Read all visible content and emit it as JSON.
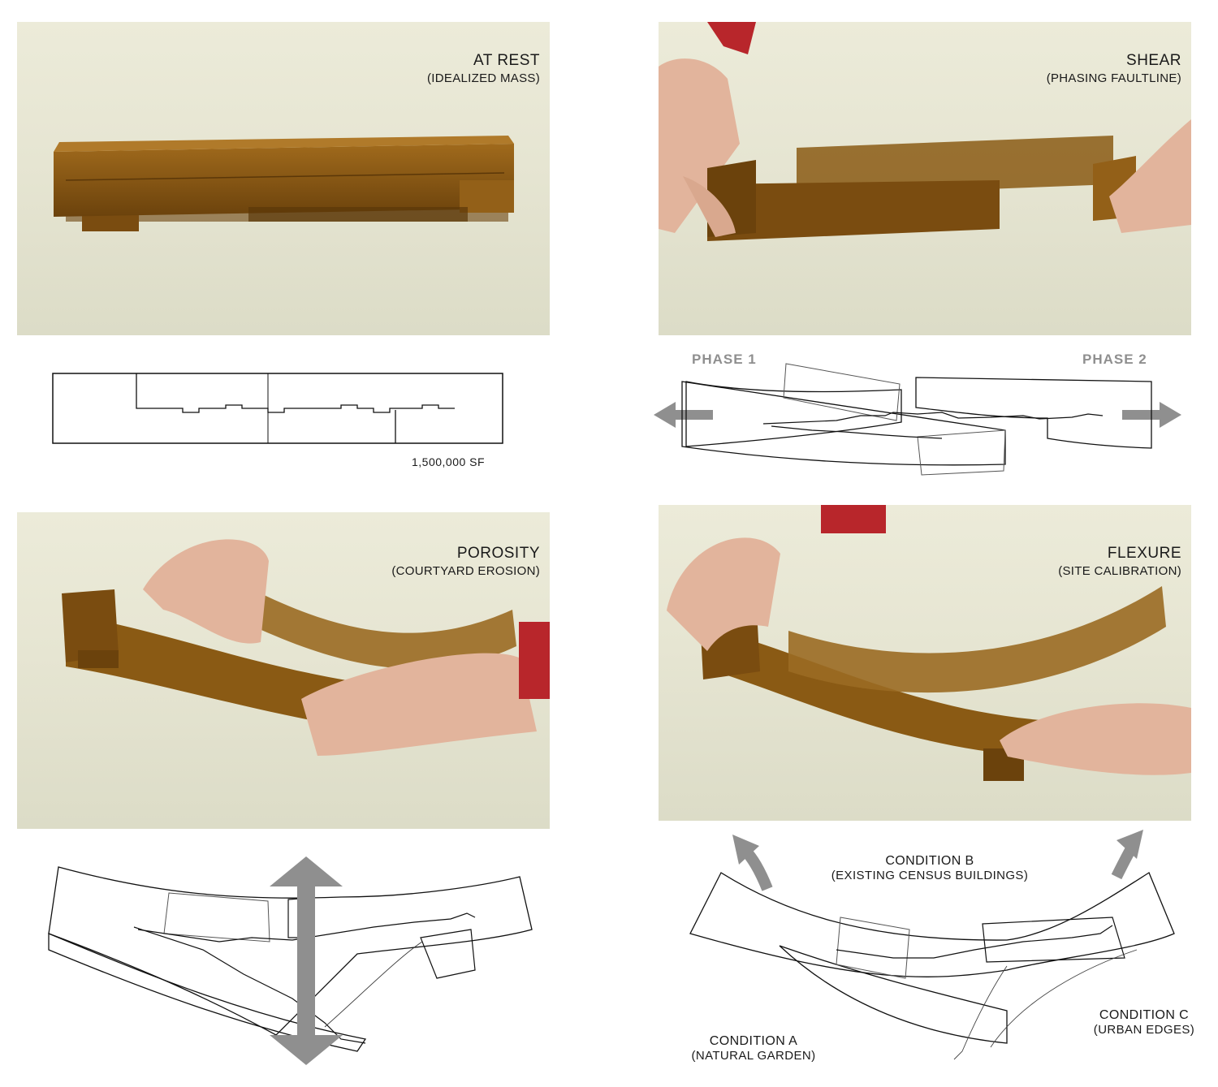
{
  "panels": {
    "at_rest": {
      "title": "AT REST",
      "subtitle": "(IDEALIZED MASS)"
    },
    "shear": {
      "title": "SHEAR",
      "subtitle": "(PHASING FAULTLINE)"
    },
    "porosity": {
      "title": "POROSITY",
      "subtitle": "(COURTYARD EROSION)"
    },
    "flexure": {
      "title": "FLEXURE",
      "subtitle": "(SITE CALIBRATION)"
    }
  },
  "diagrams": {
    "at_rest": {
      "area": "1,500,000 SF"
    },
    "shear": {
      "phase_1": "PHASE 1",
      "phase_2": "PHASE 2"
    },
    "flexure": {
      "condition_a": {
        "title": "CONDITION A",
        "subtitle": "(NATURAL GARDEN)"
      },
      "condition_b": {
        "title": "CONDITION B",
        "subtitle": "(EXISTING CENSUS BUILDINGS)"
      },
      "condition_c": {
        "title": "CONDITION C",
        "subtitle": "(URBAN EDGES)"
      }
    }
  },
  "colors": {
    "resin": "#8a5a14",
    "resin_dark": "#6b420c",
    "table": "#e6e5d2",
    "arrow": "#8f8f8f",
    "sleeve": "#b8262b",
    "skin": "#e2b49c"
  },
  "icons": [
    "arrow-left-icon",
    "arrow-right-icon",
    "double-arrow-vertical-icon",
    "curved-arrow-up-left-icon",
    "curved-arrow-up-right-icon"
  ]
}
